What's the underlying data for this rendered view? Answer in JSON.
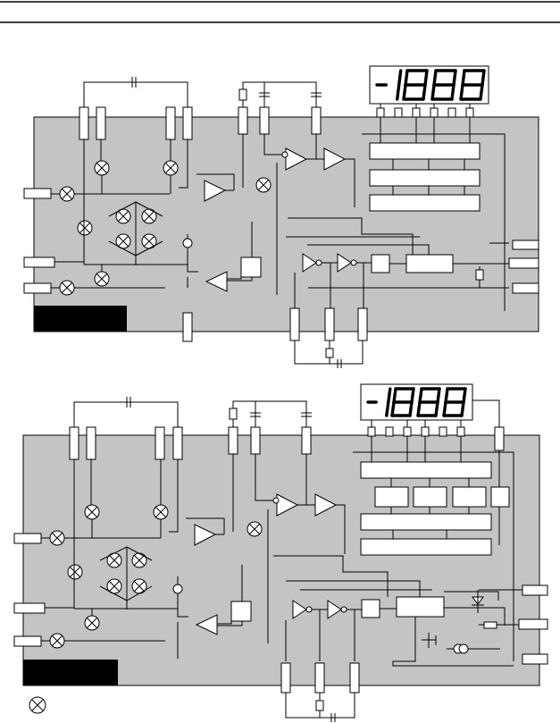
{
  "displays": [
    {
      "digits": [
        "-1",
        "8",
        "8",
        "8"
      ]
    },
    {
      "digits": [
        "-1",
        "8",
        "8",
        "8"
      ]
    }
  ],
  "legend": {
    "icon": "lamp-symbol-icon",
    "text": ""
  },
  "colors": {
    "panel": "#c4c4c4",
    "bar": "#000000",
    "line": "#000000"
  }
}
